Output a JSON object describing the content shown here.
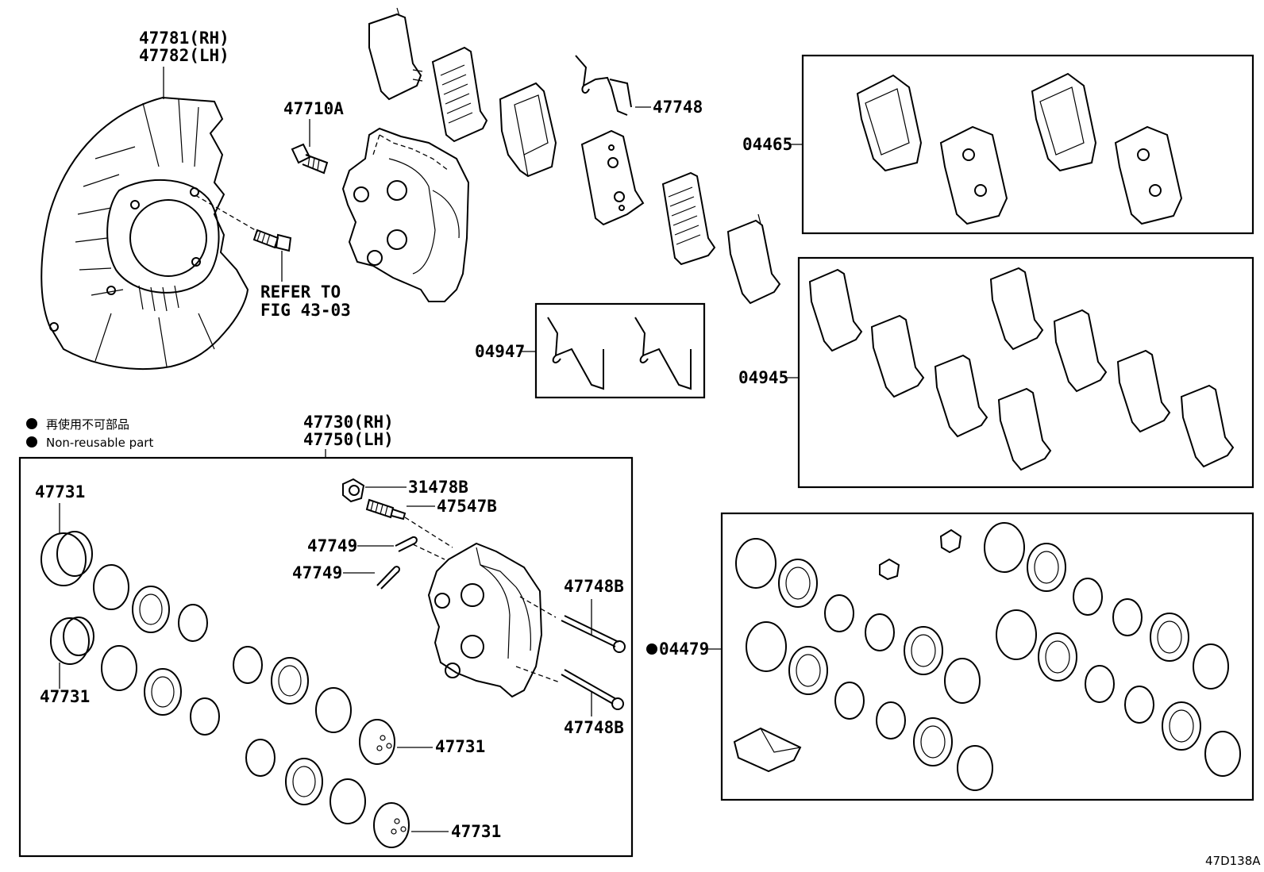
{
  "labels": {
    "dust_cover_rh": "47781(RH)",
    "dust_cover_lh": "47782(LH)",
    "bolt": "47710A",
    "refer_line1": "REFER TO",
    "refer_line2": "FIG 43-03",
    "clip_top": "47748",
    "pad_kit": "04465",
    "clip_kit": "04947",
    "shim_kit": "04945",
    "caliper_rh": "47730(RH)",
    "caliper_lh": "47750(LH)",
    "cap": "31478B",
    "bleeder": "47547B",
    "clip_a": "47749",
    "clip_b": "47749",
    "pin_a": "47748B",
    "pin_b": "47748B",
    "piston_tl": "47731",
    "piston_ml": "47731",
    "piston_mr": "47731",
    "piston_br": "47731",
    "seal_kit": "04479",
    "figure_code": "47D138A"
  },
  "legend": {
    "japanese": "再使用不可部品",
    "english": "Non-reusable part"
  }
}
